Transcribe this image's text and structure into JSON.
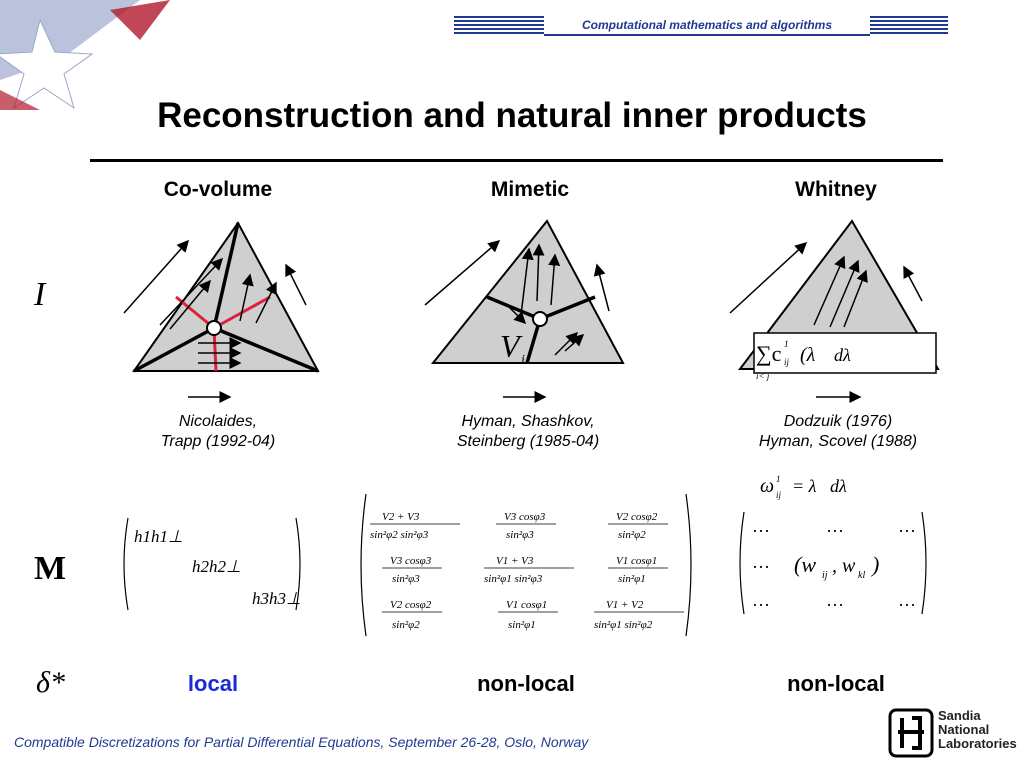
{
  "banner": {
    "text": "Computational mathematics and algorithms"
  },
  "title": "Reconstruction and natural inner products",
  "columns": [
    {
      "heading": "Co-volume",
      "citation_line1": "Nicolaides,",
      "citation_line2": "Trapp (1992-04)",
      "delta_result": "local"
    },
    {
      "heading": "Mimetic",
      "citation_line1": "Hyman, Shashkov,",
      "citation_line2": "Steinberg (1985-04)",
      "delta_result": "non-local"
    },
    {
      "heading": "Whitney",
      "citation_line1": "Dodzuik (1976)",
      "citation_line2": "Hyman, Scovel (1988)",
      "delta_result": "non-local"
    }
  ],
  "row_labels": {
    "reconstruction": "I",
    "matrix": "M",
    "adjoint": "δ*"
  },
  "formulas": {
    "mimetic_vertex": "V",
    "mimetic_vertex_sub": "i",
    "whitney_sum": "∑c",
    "whitney_sum_sub": "ij",
    "whitney_sum_sup": "1",
    "whitney_sum_range": "i< j",
    "whitney_form": "(λ",
    "whitney_form_rest": "dλ",
    "omega_def": "ω",
    "omega_sub": "ij",
    "omega_sup": "1",
    "omega_rhs": "= λ",
    "omega_rest": "dλ"
  },
  "matrices": {
    "covolume_diag": [
      "h1h1⊥",
      "h2h2⊥",
      "h3h3⊥"
    ],
    "whitney_dots": "…",
    "whitney_entry": "(w",
    "whitney_entry_sub1": "ij",
    "whitney_entry_mid": ", w",
    "whitney_entry_sub2": "kl"
  },
  "footer": "Compatible Discretizations for Partial Differential Equations, September 26-28, Oslo, Norway",
  "logo": {
    "line1": "Sandia",
    "line2": "National",
    "line3": "Laboratories"
  },
  "colors": {
    "accent_blue": "#1f3a93",
    "local_blue": "#1a2bd6",
    "red_edges": "#e0203a",
    "triangle_fill": "#cfcfcf"
  }
}
